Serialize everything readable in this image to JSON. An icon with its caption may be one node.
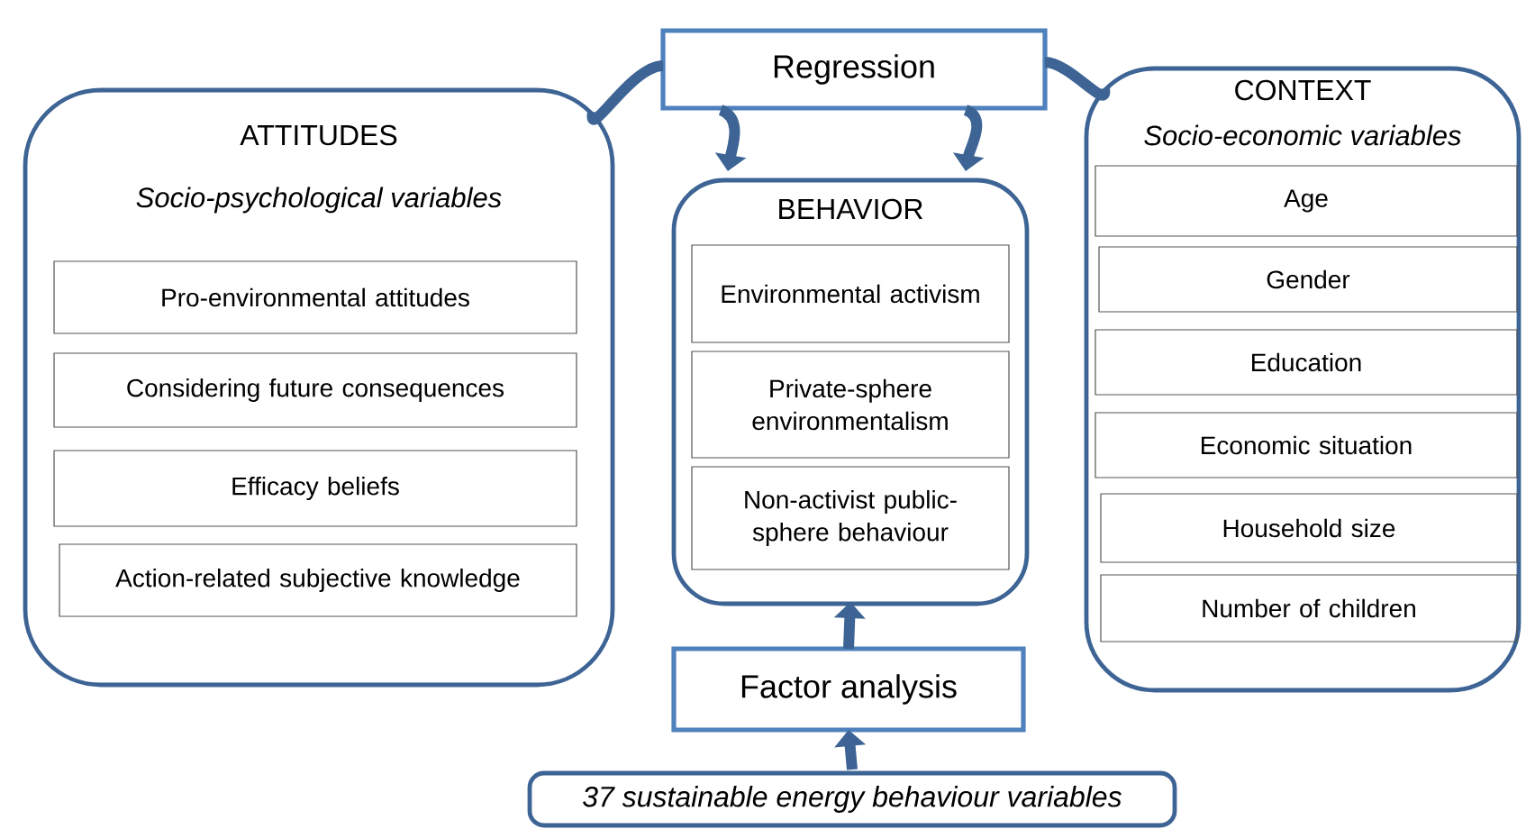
{
  "diagram": {
    "nodes": [
      {
        "text": [
          "ATTITUDES",
          "Socio-psychological variables"
        ]
      },
      {
        "text": [
          "Pro-environmental attitudes"
        ],
        "in": 0
      },
      {
        "text": [
          "Considering future consequences"
        ],
        "in": 0
      },
      {
        "text": [
          "Efficacy beliefs"
        ],
        "in": 0
      },
      {
        "text": [
          "Action-related subjective knowledge"
        ],
        "in": 0
      },
      {
        "text": [
          "Regression"
        ]
      },
      {
        "text": [
          "BEHAVIOR"
        ]
      },
      {
        "text": [
          "Environmental activism"
        ],
        "in": 6
      },
      {
        "text": [
          "Private-sphere environmentalism"
        ],
        "in": 6
      },
      {
        "text": [
          "Non-activist public-sphere behaviour"
        ],
        "in": 6
      },
      {
        "text": [
          "CONTEXT",
          "Socio-economic variables"
        ]
      },
      {
        "text": [
          "Age"
        ],
        "in": 10
      },
      {
        "text": [
          "Gender"
        ],
        "in": 10
      },
      {
        "text": [
          "Education"
        ],
        "in": 10
      },
      {
        "text": [
          "Economic situation"
        ],
        "in": 10
      },
      {
        "text": [
          "Household size"
        ],
        "in": 10
      },
      {
        "text": [
          "Number of children"
        ],
        "in": 10
      },
      {
        "text": [
          "Factor analysis"
        ]
      },
      {
        "text": [
          "37 sustainable energy behaviour variables"
        ]
      }
    ],
    "edges": [
      {
        "from": 0,
        "to": 5,
        "arrow": "none"
      },
      {
        "from": 10,
        "to": 5,
        "arrow": "none"
      },
      {
        "from": 5,
        "to": 6,
        "arrow": "to"
      },
      {
        "from": 5,
        "to": 6,
        "arrow": "to"
      },
      {
        "from": 17,
        "to": 6,
        "arrow": "to"
      },
      {
        "from": 18,
        "to": 17,
        "arrow": "to"
      }
    ]
  }
}
